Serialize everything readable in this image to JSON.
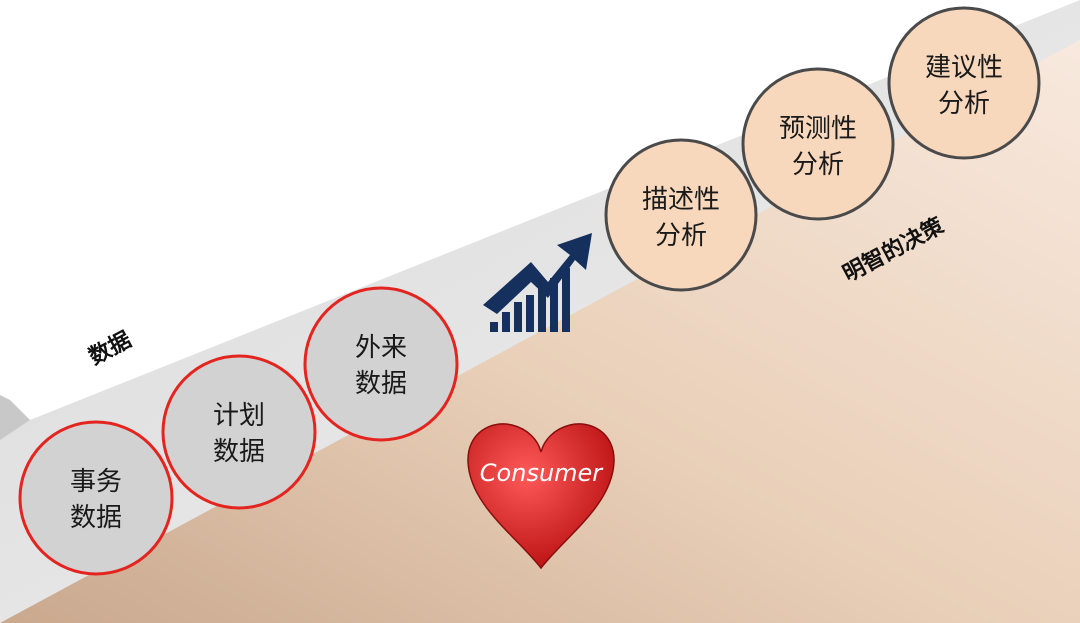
{
  "labels": {
    "data_label": "数据",
    "decision_label": "明智的决策"
  },
  "data_circles": [
    {
      "line1": "事务",
      "line2": "数据"
    },
    {
      "line1": "计划",
      "line2": "数据"
    },
    {
      "line1": "外来",
      "line2": "数据"
    }
  ],
  "analytics_circles": [
    {
      "line1": "描述性",
      "line2": "分析"
    },
    {
      "line1": "预测性",
      "line2": "分析"
    },
    {
      "line1": "建议性",
      "line2": "分析"
    }
  ],
  "heart": {
    "text": "Consumer",
    "color": "#d31f1f"
  },
  "colors": {
    "data_circle_fill": "#d2d2d2",
    "data_circle_border": "#e3241f",
    "analytics_circle_fill": "#f8d8bd",
    "analytics_circle_border": "#4a4a4a",
    "growth_icon": "#16305e"
  },
  "icons": {
    "growth": "bar-chart-trend-arrow-icon",
    "heart": "heart-icon"
  }
}
